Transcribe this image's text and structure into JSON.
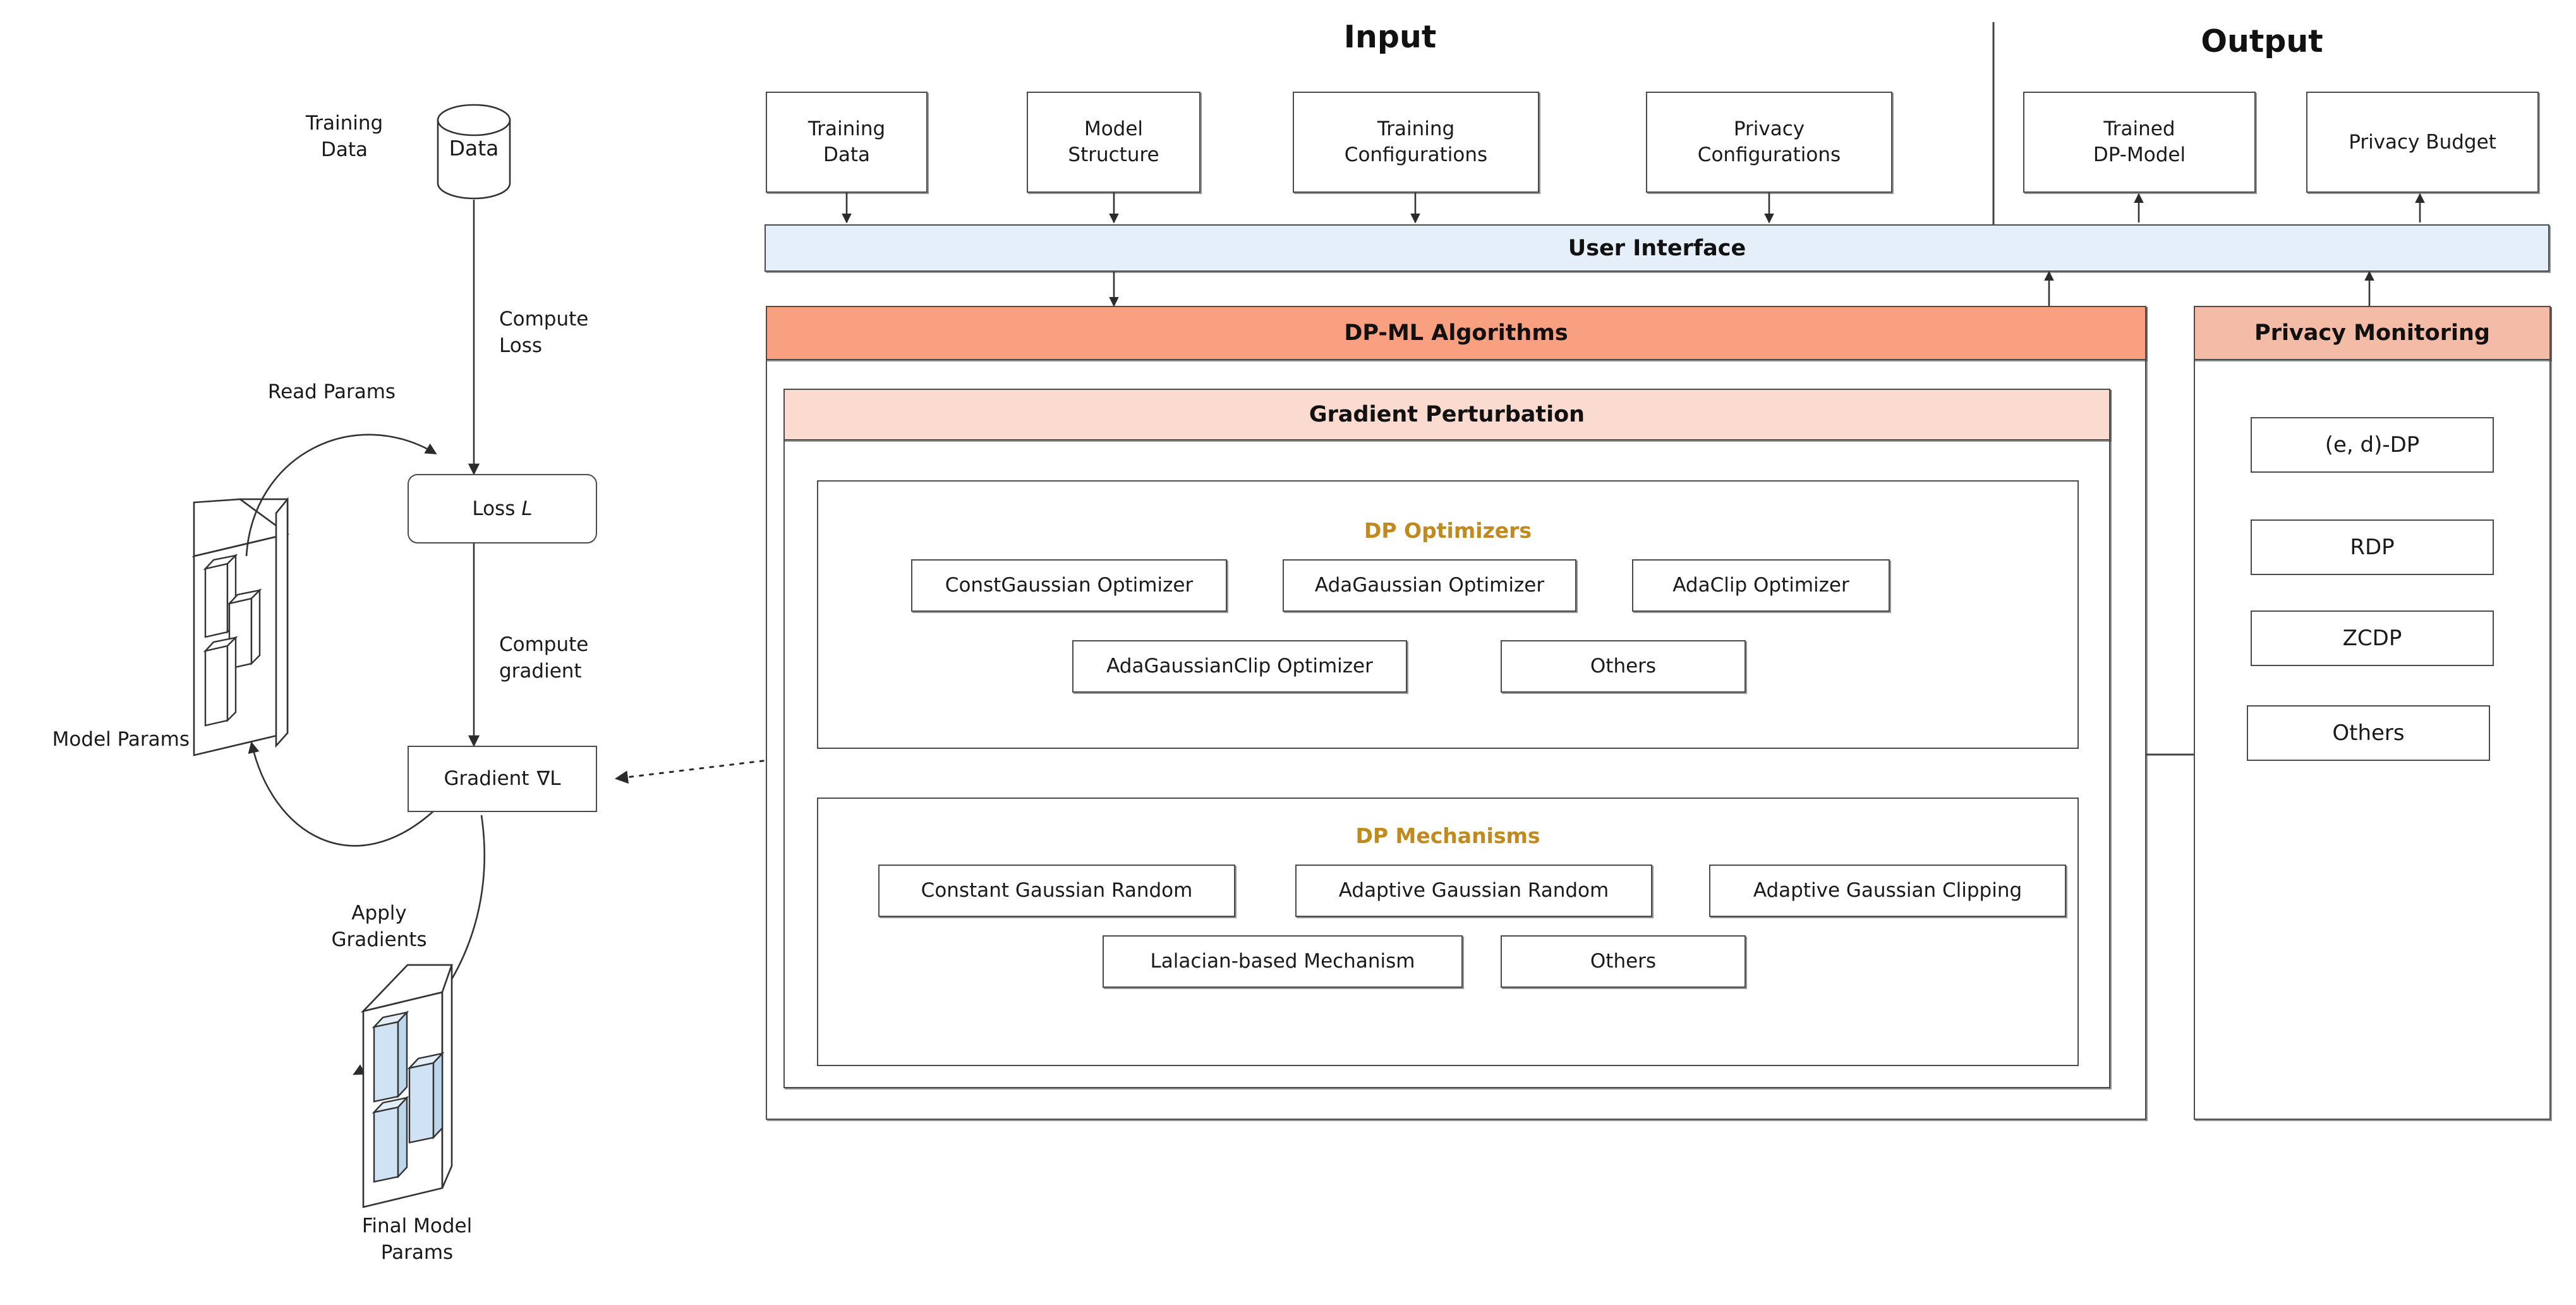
{
  "sections": {
    "input_title": "Input",
    "output_title": "Output"
  },
  "training_loop": {
    "training_data_label": "Training\nData",
    "datastore_label": "Data",
    "compute_loss_label": "Compute\nLoss",
    "read_params_label": "Read Params",
    "model_params_label": "Model Params",
    "loss_box_label": "Loss",
    "loss_box_symbol": "L",
    "compute_gradient_label": "Compute\ngradient",
    "gradient_box_label": "Gradient",
    "gradient_box_symbol": "∇L",
    "apply_gradients_label": "Apply\nGradients",
    "final_model_params_label": "Final Model\nParams"
  },
  "inputs": [
    {
      "label": "Training\nData"
    },
    {
      "label": "Model\nStructure"
    },
    {
      "label": "Training\nConfigurations"
    },
    {
      "label": "Privacy\nConfigurations"
    }
  ],
  "outputs": [
    {
      "label": "Trained\nDP-Model"
    },
    {
      "label": "Privacy Budget"
    }
  ],
  "user_interface": {
    "label": "User Interface"
  },
  "dpml": {
    "title": "DP-ML Algorithms",
    "gradient_perturbation": {
      "title": "Gradient Perturbation",
      "optimizers": {
        "title": "DP Optimizers",
        "row1": [
          "ConstGaussian Optimizer",
          "AdaGaussian Optimizer",
          "AdaClip Optimizer"
        ],
        "row2": [
          "AdaGaussianClip Optimizer",
          "Others"
        ]
      },
      "mechanisms": {
        "title": "DP Mechanisms",
        "row1": [
          "Constant Gaussian Random",
          "Adaptive Gaussian Random",
          "Adaptive Gaussian Clipping"
        ],
        "row2": [
          "Lalacian-based Mechanism",
          "Others"
        ]
      }
    }
  },
  "privacy_monitoring": {
    "title": "Privacy Monitoring",
    "items": [
      "(e, d)-DP",
      "RDP",
      "ZCDP",
      "Others"
    ]
  },
  "colors": {
    "ui_banner": "#e5eff9",
    "dpml_banner": "#f9a081",
    "gradient_banner": "#fbdacf",
    "pm_banner": "#f4bca6",
    "group_title": "#c08a1e",
    "stroke": "#4a4a4a",
    "param_fill": "#cfe3f5"
  }
}
